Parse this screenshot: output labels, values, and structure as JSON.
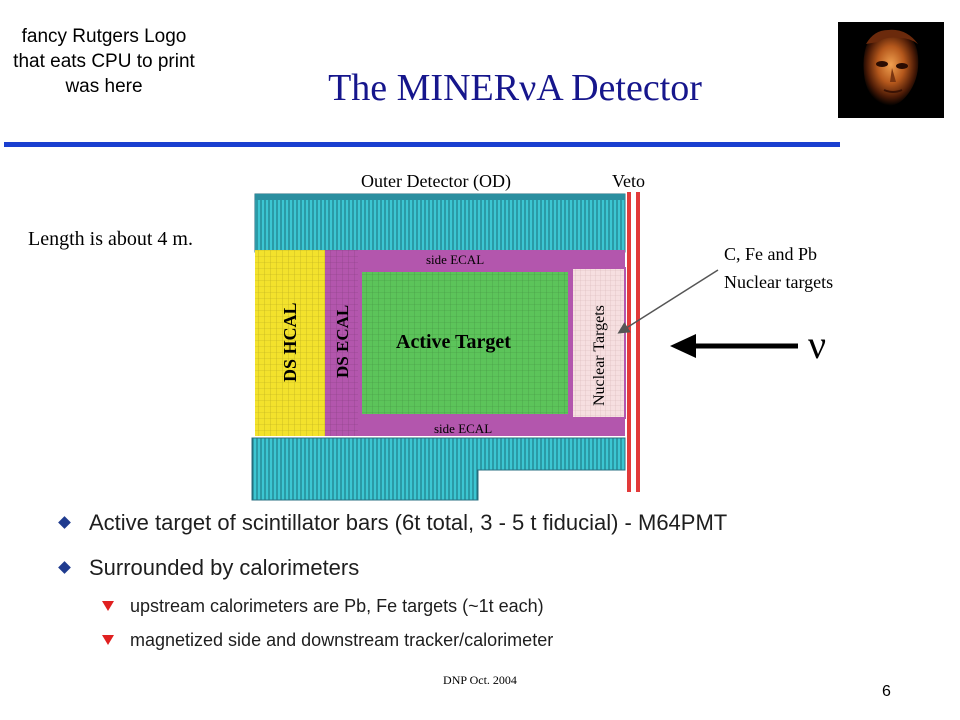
{
  "header": {
    "logo_placeholder": "fancy Rutgers Logo that eats CPU to print was here",
    "title": "The MINERνA Detector"
  },
  "note": {
    "length_text": "Length is about 4 m."
  },
  "diagram": {
    "outer_detector_label": "Outer Detector (OD)",
    "veto_label": "Veto",
    "side_ecal_top_label": "side ECAL",
    "side_ecal_bottom_label": "side ECAL",
    "ds_hcal_label": "DS HCAL",
    "ds_ecal_label": "DS ECAL",
    "active_target_label": "Active Target",
    "nuclear_targets_label": "Nuclear Targets",
    "targets_callout": [
      "C, Fe and Pb",
      "Nuclear targets"
    ],
    "neutrino_label": "ν",
    "colors": {
      "outer_detector": "#3cc6d2",
      "ds_hcal": "#f3e22c",
      "ds_ecal": "#b356ad",
      "active_target": "#5cc45a",
      "nuclear_targets": "#f6dfe0",
      "veto": "#e23a3a"
    }
  },
  "bullets": [
    {
      "text": "Active target of scintillator bars (6t total, 3 - 5 t fiducial) - M64PMT",
      "subitems": []
    },
    {
      "text": "Surrounded by calorimeters",
      "subitems": [
        "upstream calorimeters are Pb, Fe targets (~1t each)",
        "magnetized side and downstream tracker/calorimeter"
      ]
    }
  ],
  "footer": {
    "text": "DNP Oct. 2004",
    "page_number": "6"
  }
}
